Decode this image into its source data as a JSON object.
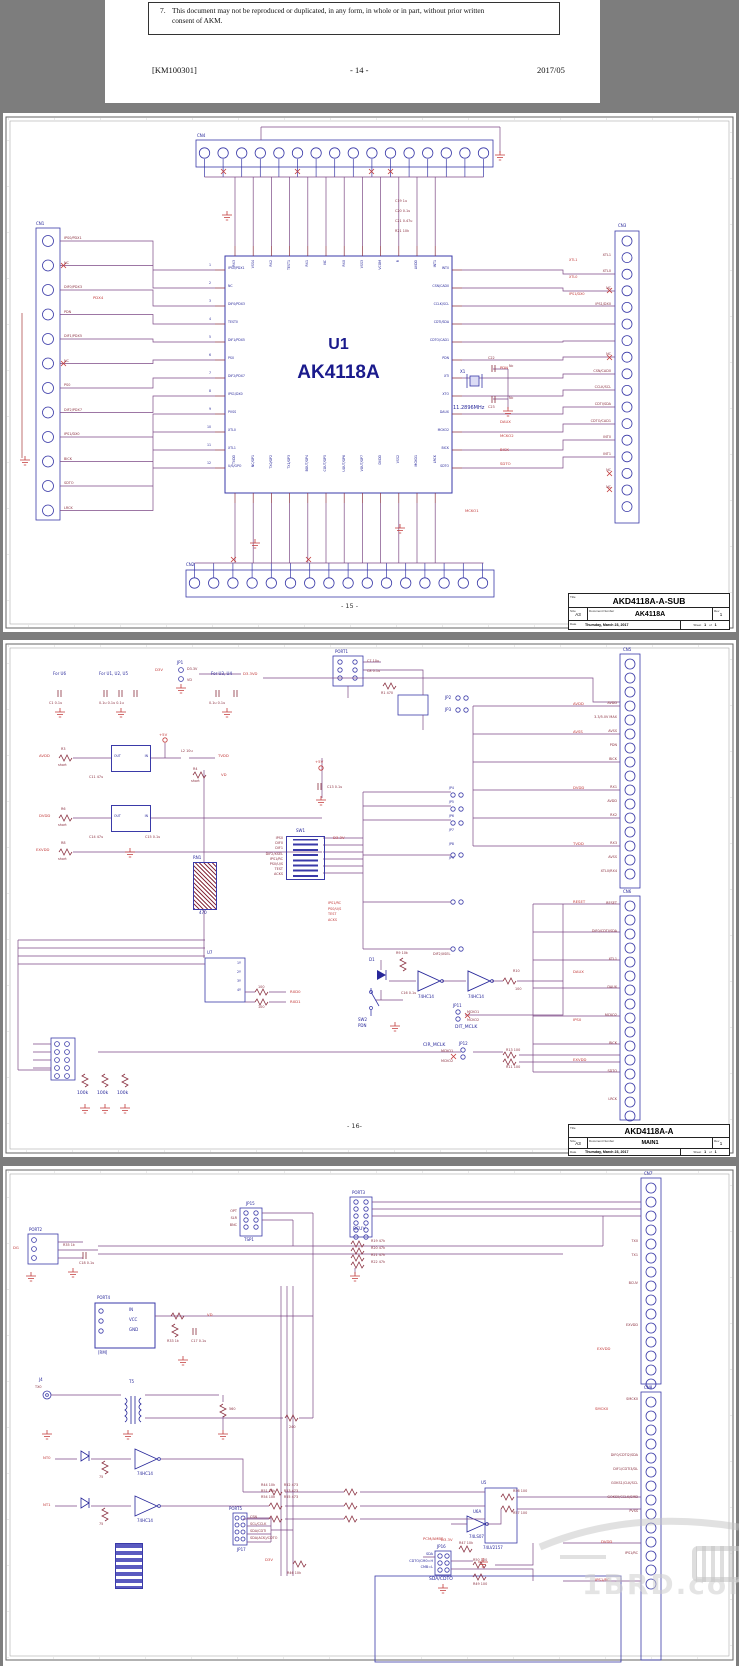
{
  "doc": {
    "item_no": "7.",
    "line1": "This document may not be reproduced or duplicated, in any form, in whole or in part, without prior written",
    "line2": "consent of AKM.",
    "footer_left": "[KM100301]",
    "footer_center": "- 14 -",
    "footer_right": "2017/05"
  },
  "p15": {
    "page_number": "- 15 -",
    "cn1": "CN1",
    "cn2": "CN2",
    "cn3": "CN3",
    "cn4": "CN4",
    "u1_ref": "U1",
    "u1_part": "AK4118A",
    "pins_left": [
      "IPS0/PDX1",
      "NC",
      "DIF0/PDX3",
      "TEST0",
      "DIF1/PDX5",
      "PS0",
      "DIF2/PDX7",
      "IPS1/DX0",
      "PVSS",
      "XTL0",
      "XTL1",
      "U/S/GPO"
    ],
    "pins_left_nums": [
      "1",
      "2",
      "3",
      "4",
      "5",
      "6",
      "7",
      "8",
      "9",
      "10",
      "11",
      "12"
    ],
    "pins_right": [
      "INT0",
      "CSN/CAD0",
      "CCLK/SCL",
      "CDTI/SDA",
      "CDTO/CAD1",
      "PDN",
      "XTI",
      "XTO",
      "DAUX",
      "MCKO2",
      "BICK",
      "SDTO"
    ],
    "pins_top": [
      "RX3",
      "VSS4",
      "RX2",
      "TEST1",
      "RX1",
      "NC",
      "RX0",
      "VSS3",
      "VCOM",
      "R",
      "AVDD",
      "INT1"
    ],
    "pins_bottom": [
      "TVDD",
      "NC/GP1",
      "TX0/GP2",
      "TX1/GP3",
      "BOUT/GP4",
      "COUT/GP5",
      "UOUT/GP6",
      "VOUT/GP7",
      "DVDD",
      "VSS2",
      "MCKO1",
      "LRCK"
    ],
    "cn1_labels": [
      "IPS0/PDX1",
      "NC",
      "DIF0/PDX3",
      "PDN",
      "DIF1/PDX5",
      "NC",
      "PS0",
      "DIF2/PDX7",
      "IPS1/DX0",
      "BICK",
      "SDTO",
      "LRCK"
    ],
    "cn3_labels": [
      "",
      "XTL1",
      "XTL0",
      "NC",
      "IPS1/DX0",
      "",
      "",
      "NC",
      "CSN/CAD0",
      "CCLK/SCL",
      "CDTI/SDA",
      "CDTO/CAD1",
      "INT0",
      "INT1",
      "NC",
      "NC",
      ""
    ],
    "red_left": "PDX4",
    "red_right": [
      "PDN",
      "DAUX",
      "MCKO2",
      "BICK",
      "SDTO"
    ],
    "mcko1": "MCKO1",
    "xtl_red": [
      "XTL1",
      "XTL0",
      "IPS1/DX0"
    ],
    "crystal": {
      "ref": "X1",
      "freq": "11.2896MHz",
      "c_top": "C22",
      "c_bot": "C23",
      "nc1": "Nc",
      "nc2": "Nc"
    },
    "cluster": [
      "C19 1u",
      "C20 0.1u",
      "C21 0.47u",
      "R21 10k"
    ],
    "tb": {
      "title_l": "Title",
      "title": "AKD4118A-A-SUB",
      "size_l": "Size",
      "size": "A3",
      "doc_l": "Document Number",
      "doc": "AK4118A",
      "rev_l": "Rev",
      "rev": "1",
      "date_l": "Date",
      "date": "Thursday, March 23, 2017",
      "sheet_l": "Sheet",
      "sheet": "1",
      "of": "of",
      "total": "1"
    }
  },
  "p16": {
    "page_number": "- 16-",
    "g1": "For U6",
    "g1c": "C1 0.1u",
    "g2": "For U1, U2, U5",
    "g2c": "0.1u 0.1u 0.1u",
    "jp1": "JP1",
    "d33": "D3.3V",
    "vd": "VD",
    "d3v": "D3V",
    "d33vd": "D3.3VD",
    "g3": "For U3, U4",
    "g3c": "0.1u  0.1u",
    "avdd": "AVDD",
    "r3": "R3",
    "short1": "short",
    "u3_out": "OUT",
    "u3_in": "IN",
    "c11": "C11 47u",
    "p5v": "+5V",
    "l2": "L2 10u",
    "tvdd": "TVDD",
    "r4": "R4",
    "short2": "short",
    "vd2": "VD",
    "dvdd": "DVDD",
    "r6": "R6",
    "short3": "short",
    "u4_out": "OUT",
    "u4_in": "IN",
    "c14": "C14 47u",
    "c15": "C15 0.1u",
    "exvdd": "EXVDD",
    "r8": "R8",
    "short4": "short",
    "c13": "C13 0.1u",
    "p5v2": "+5V",
    "port1": "PORT1",
    "c7": "C7 10u",
    "c8": "C8 0.1u",
    "r1": "R1 470",
    "jp2": "JP2",
    "jp3": "JP3",
    "sw1": "SW1",
    "sw1_sigs": [
      "IPS0",
      "DIF0",
      "DIF1",
      "DIF2/XSEL",
      "IPS1/RC",
      "PS0/U/S",
      "TEST",
      "ACKS"
    ],
    "sw1_d33": "D3.3V",
    "red_sigs": [
      "IPS1/RC",
      "PS0/U/S",
      "TEST",
      "ACKS"
    ],
    "rn1": "RN1",
    "rn1_val": "470",
    "u7": "U7",
    "u7_outs": [
      "1Y",
      "2Y",
      "3Y",
      "4Y"
    ],
    "u7_r": [
      "100",
      "100"
    ],
    "u7_red": [
      "RXD0",
      "RXD1"
    ],
    "r100k": [
      "100k",
      "100k",
      "100k"
    ],
    "d1": "D1",
    "r9": "R9 10k",
    "sw2": "SW2",
    "pdn": "PDN",
    "c16": "C16 0.1u",
    "inv1": "74HC14",
    "inv2": "74HC14",
    "r10a": "R10",
    "r10b": "100",
    "jp11": "JP11",
    "jp12": "JP12",
    "mcko1a": "MCKO1",
    "mcko2a": "MCKO2",
    "mcko1b": "MCKO1",
    "mcko2b": "MCKO2",
    "dit": "DIT_MCLK",
    "cir": "CIR_MCLK",
    "r13": "R13 100",
    "r11": "R11 100",
    "dif2": "DIF2/XSEL",
    "jumpers": [
      "JP4",
      "JP5",
      "JP6",
      "JP7",
      "JP8",
      "JP9"
    ],
    "cn5": "CN5",
    "cn5_labels": [
      "",
      "",
      "",
      "AVDD",
      "3.3/5.0V MAX",
      "AVSS",
      "PDN",
      "BICK",
      "",
      "RX1",
      "AVDD",
      "RX2",
      "",
      "RX3",
      "AVSS",
      "XTL0/RX4"
    ],
    "cn5_red": [
      "AVDD",
      "AVSS",
      "DVDD",
      "TVDD"
    ],
    "cn6": "CN6",
    "cn6_labels": [
      "RESET",
      "",
      "DIF0/CDTI/SDA",
      "",
      "XTL1",
      "",
      "DAUX",
      "",
      "MCKO2",
      "",
      "BICK",
      "",
      "SDTO",
      "",
      "LRCK",
      ""
    ],
    "cn6_red": [
      "RESET",
      "DAUX",
      "IPS0",
      "EXVDD"
    ],
    "tb": {
      "title_l": "Title",
      "title": "AKD4118A-A",
      "size_l": "Size",
      "size": "A3",
      "doc_l": "Document Number",
      "doc": "MAIN1",
      "rev_l": "Rev",
      "rev": "1",
      "date_l": "Date",
      "date": "Thursday, March 23, 2017",
      "sheet_l": "Sheet",
      "sheet": "1",
      "of": "of",
      "total": "1"
    }
  },
  "p17": {
    "jp15": "JP15",
    "tsp1": "TSP1",
    "jp15_rows": [
      "OPT",
      "SLR",
      "BNC"
    ],
    "port3": "PORT3",
    "bcuv": "BCUV",
    "port3_rs": [
      "R19 47k",
      "R20 47k",
      "R21 47k",
      "R22 47k"
    ],
    "port2": "PORT2",
    "dg": "DG",
    "r35": "R35 1k",
    "c18": "C18 0.1u",
    "port4": "PORT4",
    "rx_rows": [
      "IN",
      "VCC",
      "GND"
    ],
    "rm": "[RM]",
    "r33": "R33 1k",
    "c17": "C17 0.1u",
    "vd": "VD",
    "j4": "J4",
    "tx0": "TX0",
    "t5": "T5",
    "r31": "560",
    "r36": "240",
    "nt0": "NT0",
    "nt1": "NT1",
    "inv1": "74HC14",
    "inv2": "74HC14",
    "r75a": "75",
    "r75b": "75",
    "u5": "U5",
    "u5_part": "74LV2157",
    "pcm": "PCM/AMBS",
    "rgrid": [
      "R44 10k",
      "R51 10k",
      "R54 10k",
      "R52 473",
      "R53 473",
      "R55 473"
    ],
    "port5": "PORT5",
    "port5_rows": [
      "CSN",
      "SCL/CCLK",
      "SDA/CDTI",
      "SDA(ACK)/CDTO"
    ],
    "jp17": "JP17",
    "d3v": "D3V",
    "r46": "R46 10k",
    "u6a": "U6A",
    "u6a_part": "74LS07",
    "r56": "R56 100",
    "r57": "R57 100",
    "jp16": "JP16",
    "jp16_rows": [
      "SDA",
      "CDTO/CM0=H",
      "CMB=L"
    ],
    "sda_cdto": "SDA/CDTO",
    "r47": "R47 10k",
    "d33": "D3.3V",
    "r50": "R50 100",
    "r49": "R49 100",
    "cn7": "CN7",
    "cn7_labels": [
      "",
      "",
      "",
      "",
      "TX0",
      "TX1",
      "",
      "BCUV",
      "",
      "",
      "EXVDD",
      "",
      "",
      "",
      ""
    ],
    "cn7_red": "EXVDD",
    "cn8": "CN8",
    "cn8_labels": [
      "SMCK0",
      "",
      "",
      "",
      "DIF0/CDTI2/SDA",
      "DIF1/CDTI3/DL",
      "GOKS1/CLK/SCL",
      "GOKS0/CCLK/SMD",
      "PVSS",
      "",
      "",
      "IPS1/RC",
      "",
      ""
    ],
    "cn8_red": [
      "SMCK0",
      "DVDD",
      "IPS1/RC"
    ]
  },
  "wm": {
    "text": "1BRD.com"
  }
}
